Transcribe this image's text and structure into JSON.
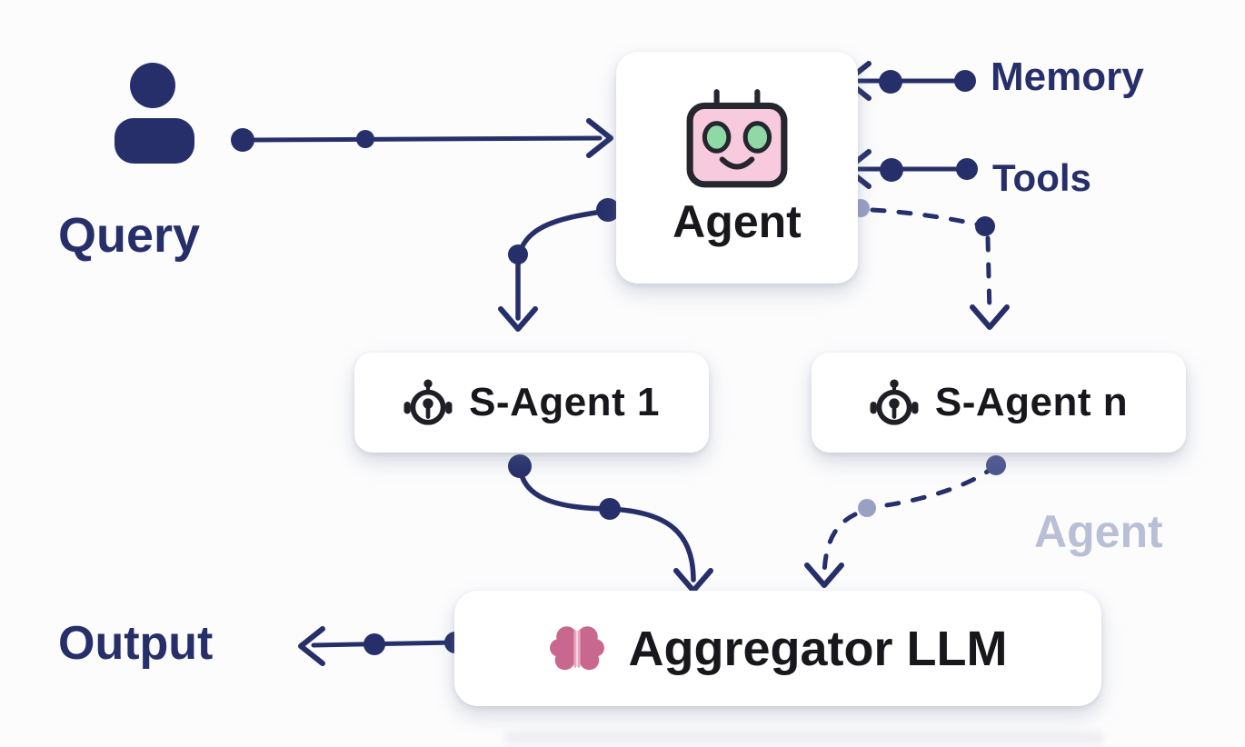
{
  "diagram": {
    "title_hint": "multi-agent architecture diagram",
    "nodes": {
      "query": {
        "label": "Query",
        "icon": "person-icon"
      },
      "agent": {
        "label": "Agent",
        "icon": "robot-face-icon"
      },
      "memory": {
        "label": "Memory"
      },
      "tools": {
        "label": "Tools"
      },
      "s_agent_1": {
        "label": "S-Agent 1",
        "icon": "sub-agent-robot-icon"
      },
      "s_agent_n": {
        "label": "S-Agent n",
        "icon": "sub-agent-robot-icon"
      },
      "aggregator": {
        "label": "Aggregator LLM",
        "icon": "brain-icon"
      },
      "output": {
        "label": "Output"
      },
      "watermark": {
        "label": "Agent"
      }
    },
    "edges": [
      {
        "from": "query",
        "to": "agent",
        "style": "solid",
        "direction": "right"
      },
      {
        "from": "memory",
        "to": "agent",
        "style": "solid",
        "direction": "left"
      },
      {
        "from": "tools",
        "to": "agent",
        "style": "solid",
        "direction": "left"
      },
      {
        "from": "agent",
        "to": "s_agent_1",
        "style": "solid",
        "direction": "down"
      },
      {
        "from": "agent",
        "to": "s_agent_n",
        "style": "dashed",
        "direction": "down"
      },
      {
        "from": "s_agent_1",
        "to": "aggregator",
        "style": "solid",
        "direction": "down"
      },
      {
        "from": "s_agent_n",
        "to": "aggregator",
        "style": "dashed",
        "direction": "down"
      },
      {
        "from": "aggregator",
        "to": "output",
        "style": "solid",
        "direction": "left"
      }
    ],
    "colors": {
      "navy": "#262f69",
      "card_text": "#17171c",
      "light_dot": "#98a0c4",
      "muted_dot": "#4d5590",
      "watermark": "#b9bfd6",
      "robot_face_pink": "#f7cade",
      "robot_eye_green": "#90d9a6",
      "brain_pink": "#c9688f",
      "card_bg": "#ffffff",
      "background": "#fcfcfd"
    }
  }
}
